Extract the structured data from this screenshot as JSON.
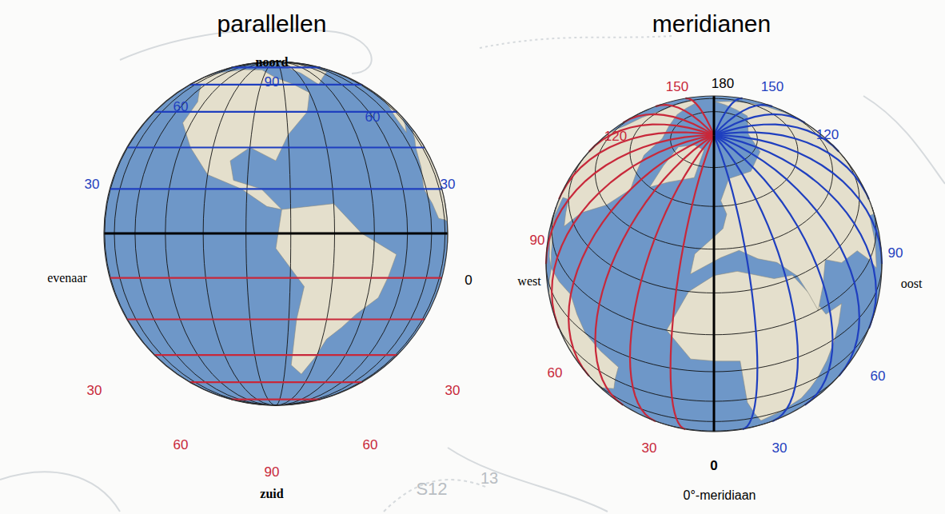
{
  "diagram": {
    "labels": [
      "parallellen",
      "meridianen",
      "noord",
      "90",
      "60",
      "60",
      "30",
      "30",
      "evenaar",
      "0",
      "30",
      "30",
      "60",
      "60",
      "90",
      "zuid",
      "180",
      "150",
      "150",
      "120",
      "120",
      "90",
      "90",
      "west",
      "oost",
      "60",
      "60",
      "30",
      "30",
      "0",
      "0°-meridiaan",
      "S12",
      "13"
    ]
  }
}
